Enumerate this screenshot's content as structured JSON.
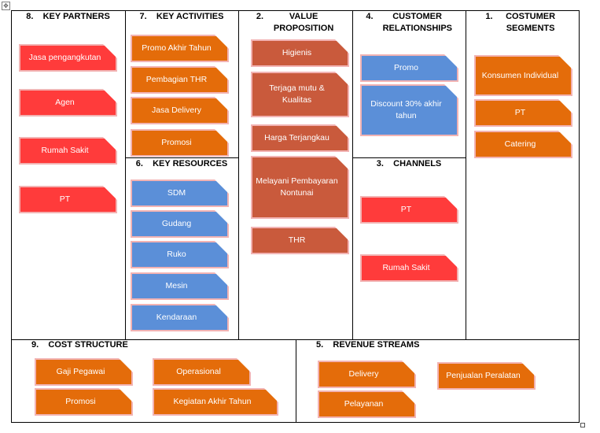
{
  "sections": {
    "key_partners": "8.    KEY PARTNERS",
    "key_activities": "7.    KEY ACTIVITIES",
    "value_proposition_num": "2.",
    "value_proposition": "VALUE PROPOSITION",
    "customer_relationships_num": "4.",
    "customer_relationships": "CUSTOMER RELATIONSHIPS",
    "customer_segments_num": "1.",
    "customer_segments": "COSTUMER SEGMENTS",
    "key_resources": "6.    KEY RESOURCES",
    "channels": "3.    CHANNELS",
    "cost_structure": "9.    COST STRUCTURE",
    "revenue_streams": "5.    REVENUE STREAMS"
  },
  "key_partners": [
    "Jasa pengangkutan",
    "Agen",
    "Rumah Sakit",
    "PT"
  ],
  "key_activities": [
    "Promo Akhir Tahun",
    "Pembagian THR",
    "Jasa Delivery",
    "Promosi"
  ],
  "key_resources": [
    "SDM",
    "Gudang",
    "Ruko",
    "Mesin",
    "Kendaraan"
  ],
  "value_proposition": [
    "Higienis",
    "Terjaga mutu & Kualitas",
    "Harga Terjangkau",
    "Melayani Pembayaran Nontunai",
    "THR"
  ],
  "customer_relationships": [
    "Promo",
    "Discount 30% akhir tahun"
  ],
  "channels": [
    "PT",
    "Rumah Sakit"
  ],
  "customer_segments": [
    "Konsumen Individual",
    "PT",
    "Catering"
  ],
  "cost_structure": [
    "Gaji Pegawai",
    "Operasional",
    "Promosi",
    "Kegiatan Akhir Tahun"
  ],
  "revenue_streams": [
    "Delivery",
    "Penjualan Peralatan",
    "Pelayanan"
  ],
  "colors": {
    "red": "#ff3b3b",
    "orange": "#e46c0a",
    "brown": "#c95a3c",
    "blue": "#5b8fd8"
  },
  "icons": {
    "anchor": "move-handle-icon"
  }
}
